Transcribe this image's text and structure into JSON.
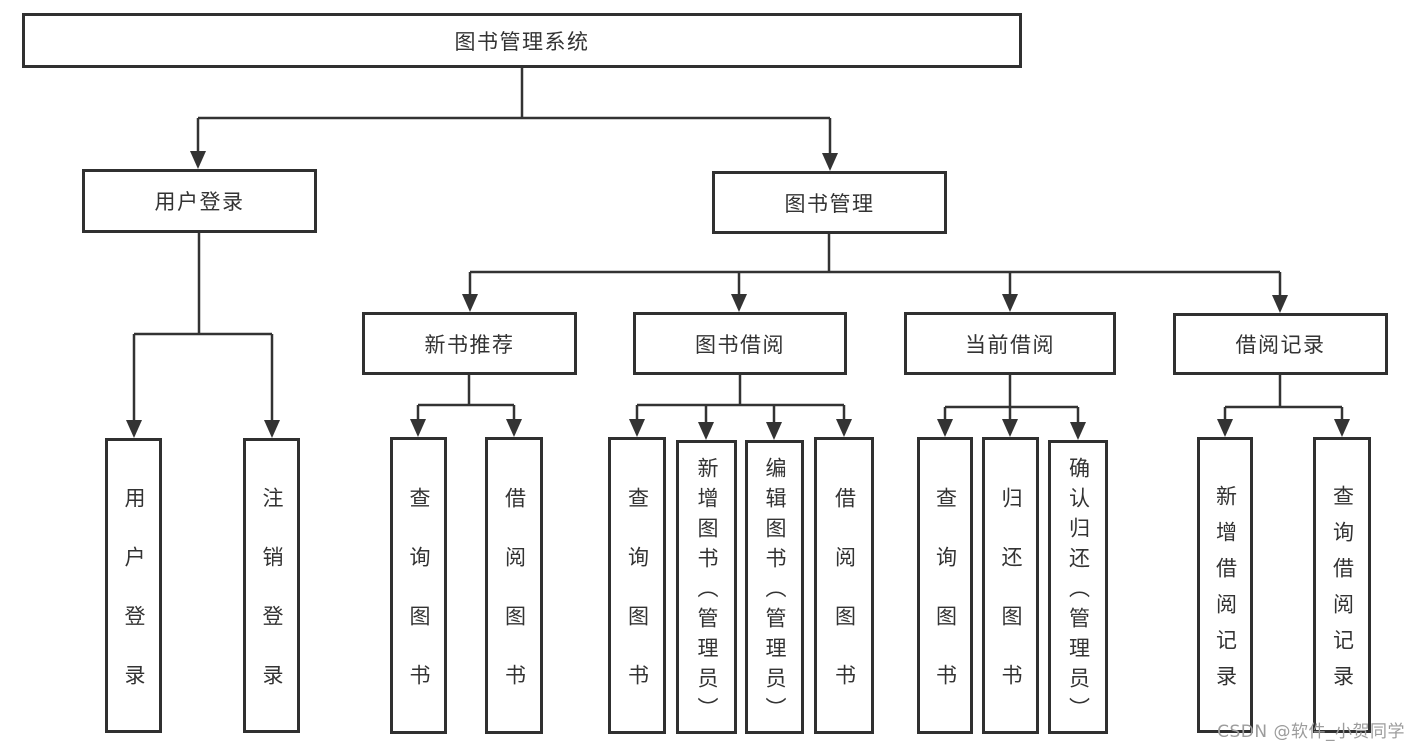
{
  "diagram_title": "图书管理系统",
  "colors": {
    "line": "#333333",
    "box_border": "#303030",
    "text": "#333333",
    "watermark": "#9c9c9c",
    "background": "#ffffff"
  },
  "tree": {
    "label": "图书管理系统",
    "children": [
      {
        "label": "用户登录",
        "children": [
          {
            "label": "用户登录"
          },
          {
            "label": "注销登录"
          }
        ]
      },
      {
        "label": "图书管理",
        "children": [
          {
            "label": "新书推荐",
            "children": [
              {
                "label": "查询图书"
              },
              {
                "label": "借阅图书"
              }
            ]
          },
          {
            "label": "图书借阅",
            "children": [
              {
                "label": "查询图书"
              },
              {
                "label": "新增图书（管理员）"
              },
              {
                "label": "编辑图书（管理员）"
              },
              {
                "label": "借阅图书"
              }
            ]
          },
          {
            "label": "当前借阅",
            "children": [
              {
                "label": "查询图书"
              },
              {
                "label": "归还图书"
              },
              {
                "label": "确认归还（管理员）"
              }
            ]
          },
          {
            "label": "借阅记录",
            "children": [
              {
                "label": "新增借阅记录"
              },
              {
                "label": "查询借阅记录"
              }
            ]
          }
        ]
      }
    ]
  },
  "watermark": {
    "text": "CSDN @软件_小贺同学"
  }
}
